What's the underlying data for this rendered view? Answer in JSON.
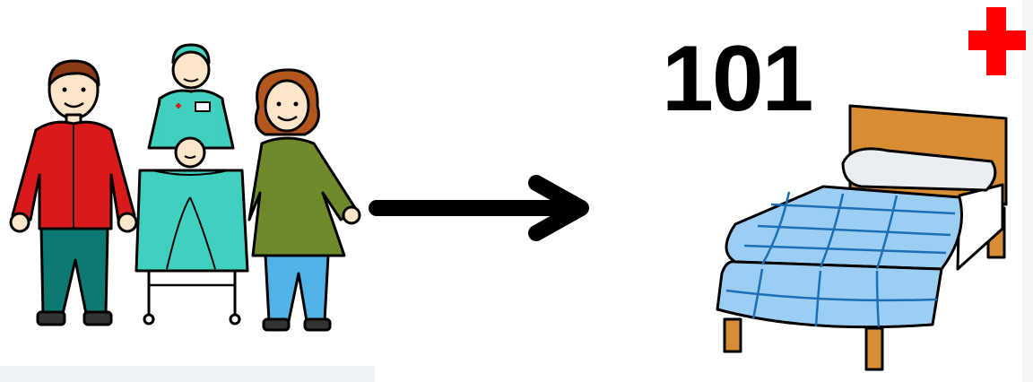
{
  "room": {
    "number": "101"
  },
  "colors": {
    "cross": "#ff0000",
    "arrow": "#000000",
    "father_shirt": "#d81a1a",
    "father_pants": "#0c7a72",
    "nurse_scrubs": "#3fd0bf",
    "mother_dress": "#6f8a2a",
    "mother_hair": "#b5561f",
    "mother_pants": "#4fb3e6",
    "bed_frame": "#d88d35",
    "blanket": "#9ccdf2",
    "pillow": "#e9eef2"
  },
  "icons": [
    "father-figure",
    "nurse-with-stretcher",
    "newborn-baby",
    "mother-figure",
    "arrow-right-icon",
    "hospital-bed-icon",
    "red-cross-icon"
  ]
}
